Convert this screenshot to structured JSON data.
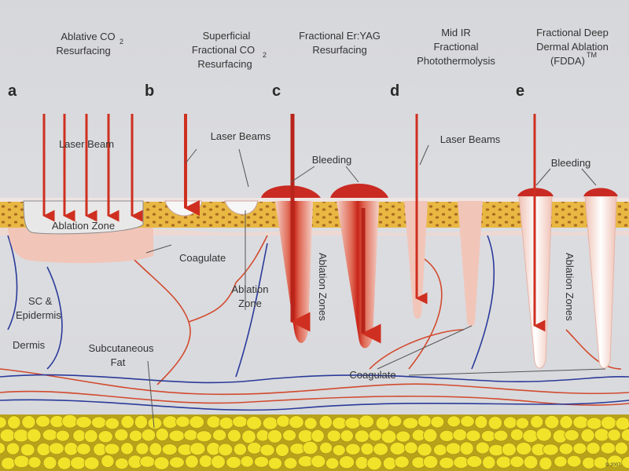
{
  "headers": {
    "a_line1": "Ablative CO",
    "a_line2": "Resurfacing",
    "a_sub": "2",
    "b_line1": "Superficial",
    "b_line2": "Fractional CO",
    "b_line3": "Resurfacing",
    "b_sub": "2",
    "c_line1": "Fractional Er:YAG",
    "c_line2": "Resurfacing",
    "d_line1": "Mid IR",
    "d_line2": "Fractional",
    "d_line3": "Photothermolysis",
    "e_line1": "Fractional Deep",
    "e_line2": "Dermal Ablation",
    "e_line3": "(FDDA)",
    "e_sup": "TM"
  },
  "letters": {
    "a": "a",
    "b": "b",
    "c": "c",
    "d": "d",
    "e": "e"
  },
  "labels": {
    "laser_beam": "Laser Beam",
    "laser_beams_b": "Laser Beams",
    "laser_beams_d": "Laser Beams",
    "bleeding_c": "Bleeding",
    "bleeding_e": "Bleeding",
    "ablation_zone_a": "Ablation Zone",
    "coagulate_b": "Coagulate",
    "ablation_zone_b_1": "Ablation",
    "ablation_zone_b_2": "Zone",
    "ablation_zones_c": "Ablation Zones",
    "ablation_zones_e": "Ablation Zones",
    "sc_1": "SC &",
    "sc_2": "Epidermis",
    "dermis": "Dermis",
    "subcutaneous_1": "Subcutaneous",
    "subcutaneous_2": "Fat",
    "coagulate_bottom": "Coagulate",
    "copyright": "© 2007"
  },
  "colors": {
    "background": "#d8d9dc",
    "epidermis": "#e9b840",
    "epidermis_dots": "#a86a22",
    "coagulation": "#f2c6bb",
    "laser": "#d03020",
    "bleeding": "#c92a22",
    "fat": "#f1e22a",
    "vessel_red": "#d24a2e",
    "vessel_blue": "#2a3a9a"
  }
}
